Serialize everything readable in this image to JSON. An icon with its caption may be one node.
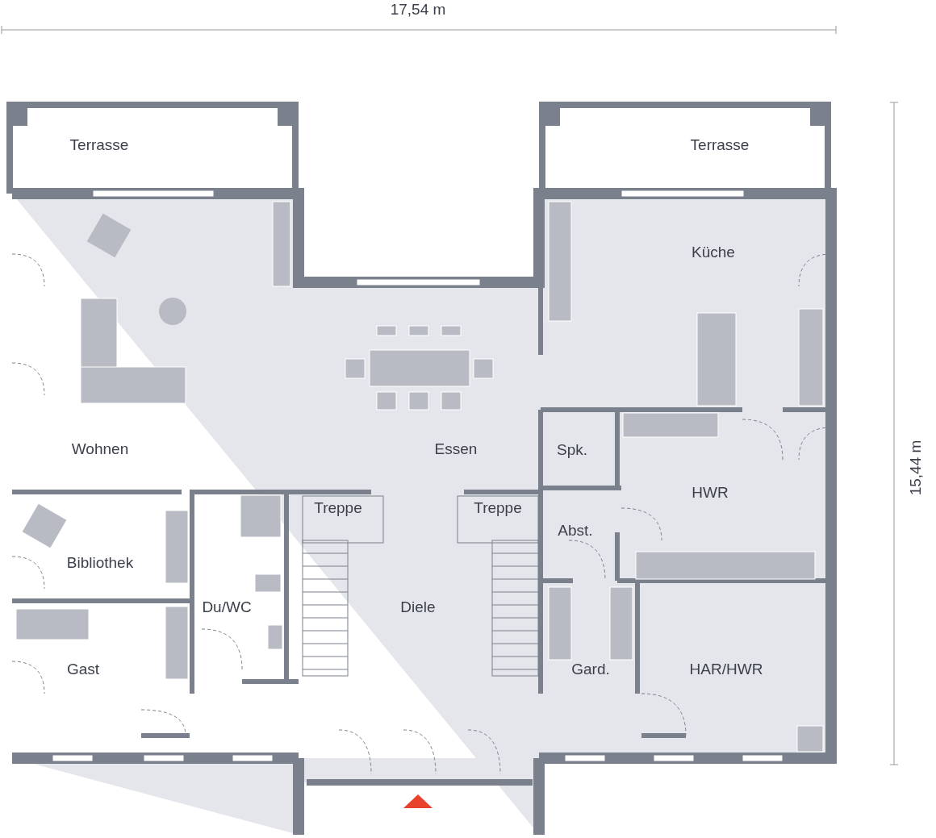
{
  "diagram": {
    "labels": [
      "17,54 m",
      "Terrasse",
      "Terrasse",
      "15,44 m",
      "Küche",
      "Wohnen",
      "Essen",
      "Spk.",
      "HWR",
      "Treppe",
      "Treppe",
      "Bibliothek",
      "Abst.",
      "Du/WC",
      "Diele",
      "Gast",
      "Gard.",
      "HAR/HWR"
    ]
  }
}
